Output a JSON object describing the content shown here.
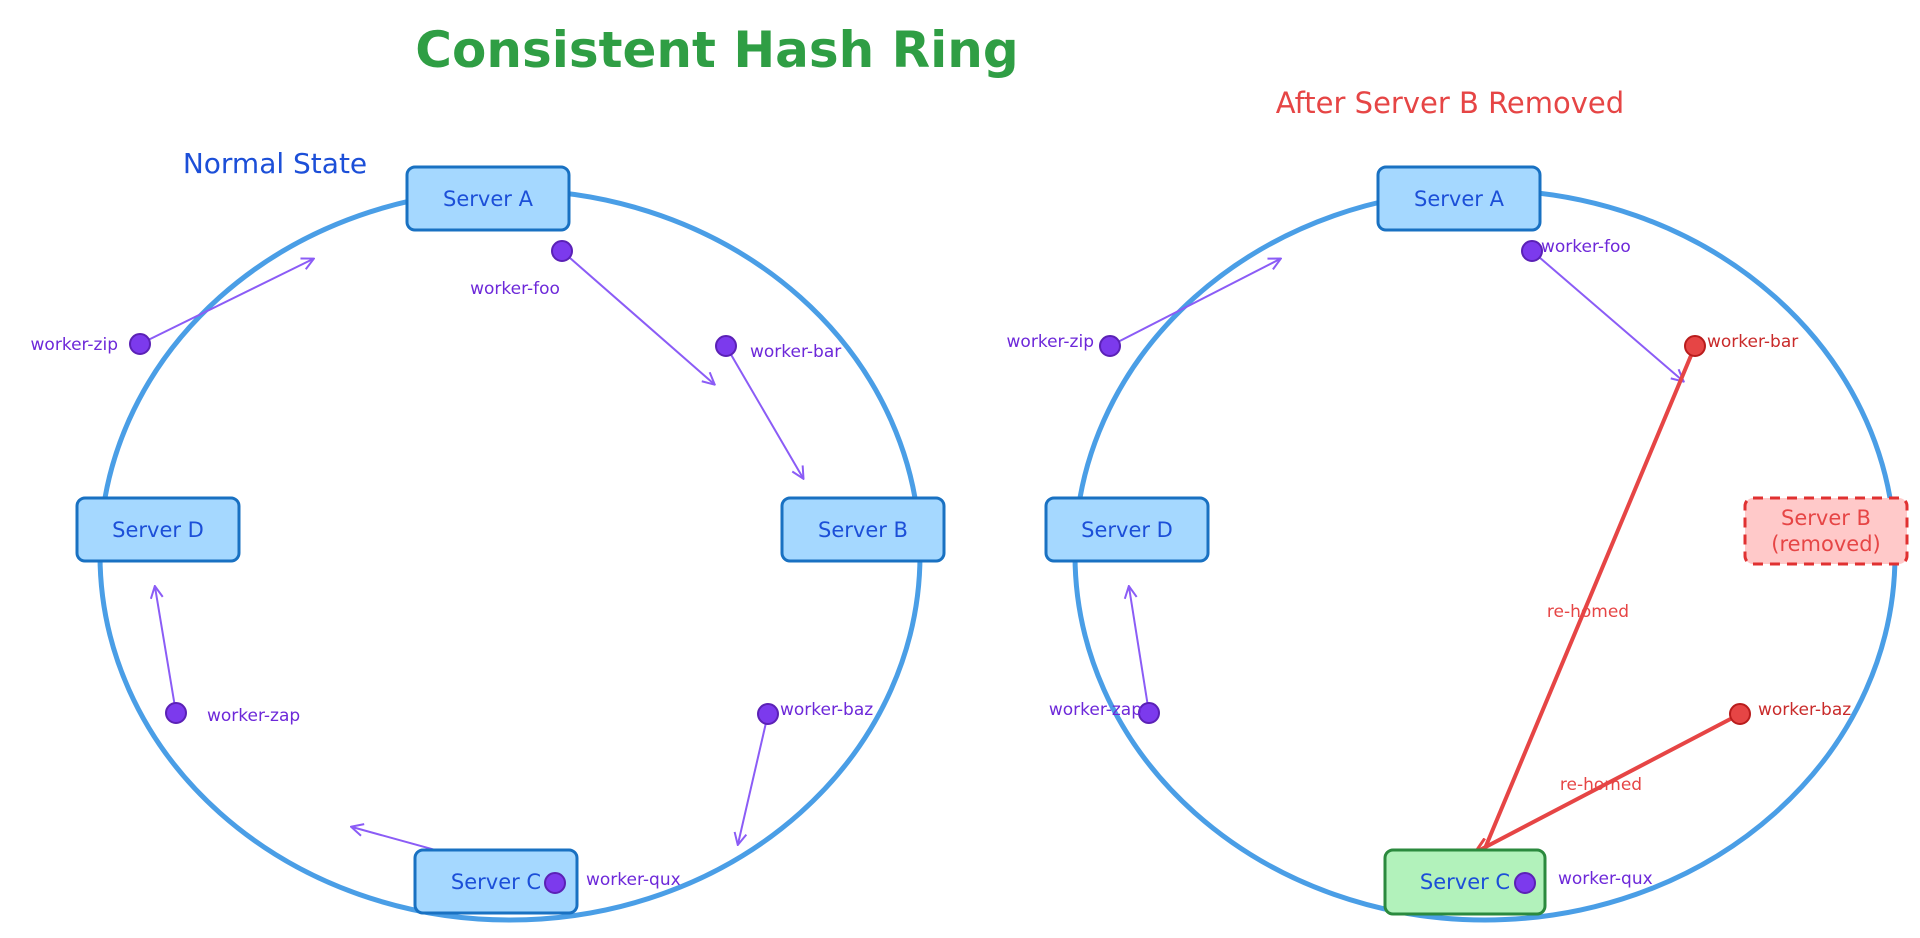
{
  "title": "Consistent Hash Ring",
  "colors": {
    "title": "#2f9e44",
    "ring": "#4a9ee6",
    "server_fill": "#a5d8ff",
    "server_stroke": "#1971c2",
    "server_text": "#1c4fd8",
    "worker": "#7c3aed",
    "worker_text": "#6d28d9",
    "removed_fill": "#ffc9c9",
    "removed_stroke": "#e03131",
    "rehomed": "#e64545",
    "new_owner_fill": "#b2f2bb",
    "new_owner_stroke": "#2b8a3e"
  },
  "left": {
    "heading": "Normal State",
    "servers": {
      "a": "Server A",
      "b": "Server B",
      "c": "Server C",
      "d": "Server D"
    },
    "workers": {
      "foo": "worker-foo",
      "bar": "worker-bar",
      "baz": "worker-baz",
      "qux": "worker-qux",
      "zap": "worker-zap",
      "zip": "worker-zip"
    }
  },
  "right": {
    "heading": "After Server B Removed",
    "servers": {
      "a": "Server A",
      "b_line1": "Server B",
      "b_line2": "(removed)",
      "c": "Server C",
      "d": "Server D"
    },
    "workers": {
      "foo": "worker-foo",
      "bar": "worker-bar",
      "baz": "worker-baz",
      "qux": "worker-qux",
      "zap": "worker-zap",
      "zip": "worker-zip"
    },
    "rehomed_label_1": "re-homed",
    "rehomed_label_2": "re-homed"
  }
}
